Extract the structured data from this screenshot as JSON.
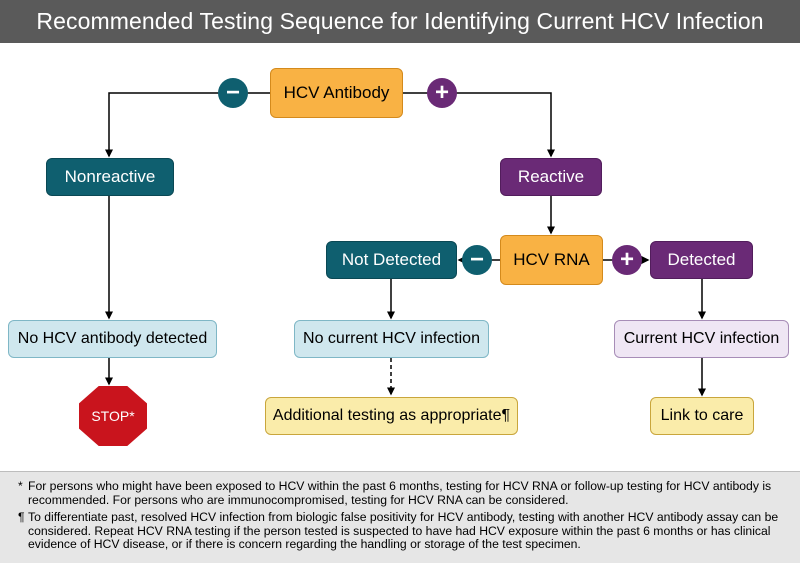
{
  "title": "Recommended Testing Sequence for Identifying Current HCV Infection",
  "nodes": {
    "hcv_antibody": "HCV Antibody",
    "nonreactive": "Nonreactive",
    "reactive": "Reactive",
    "hcv_rna": "HCV RNA",
    "not_detected": "Not Detected",
    "detected": "Detected",
    "no_antibody": "No HCV antibody detected",
    "no_current": "No current HCV infection",
    "current": "Current HCV infection",
    "stop": "STOP*",
    "additional": "Additional testing as appropriate¶",
    "link": "Link to care"
  },
  "symbols": {
    "minus": "−",
    "plus": "+"
  },
  "colors": {
    "title_bar": "#5a5a5a",
    "orange": "#f9b244",
    "teal": "#0f5f6f",
    "purple": "#6a2a76",
    "light_blue": "#cfe7ee",
    "lavender": "#efe6f4",
    "yellow": "#faecaa",
    "stop_red": "#c9141d"
  },
  "footnotes": [
    {
      "mark": "*",
      "text": "For persons who might have been exposed to HCV within the past 6 months, testing for HCV RNA or follow-up testing for HCV antibody is recommended. For persons who are immunocompromised, testing for HCV RNA can be considered."
    },
    {
      "mark": "¶",
      "text": "To differentiate past, resolved HCV infection from biologic false positivity for HCV antibody, testing with another HCV antibody assay can be considered. Repeat HCV RNA testing if the person tested is suspected to have had HCV exposure within the past 6 months or has clinical evidence of HCV disease, or if there is concern regarding the handling or storage of the test specimen."
    }
  ]
}
